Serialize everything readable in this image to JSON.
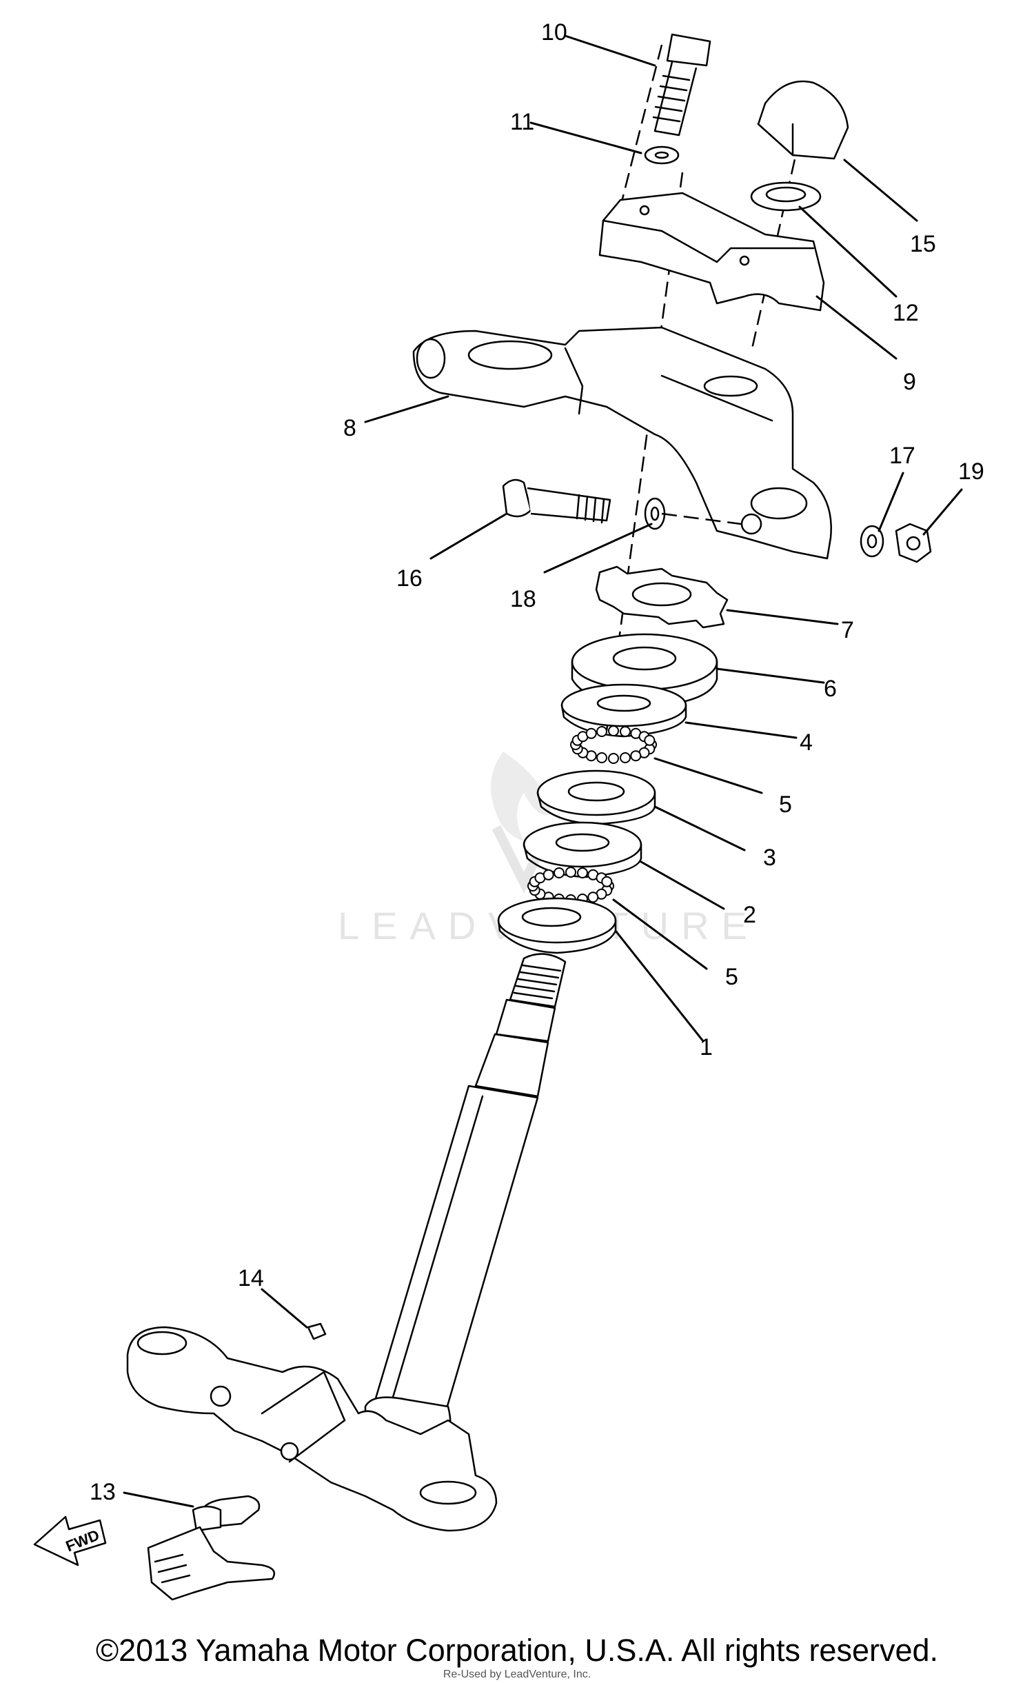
{
  "labels": {
    "p10": "10",
    "p11": "11",
    "p15": "15",
    "p12": "12",
    "p9": "9",
    "p8": "8",
    "p17": "17",
    "p19": "19",
    "p16": "16",
    "p18": "18",
    "p7": "7",
    "p6": "6",
    "p4": "4",
    "p5a": "5",
    "p3": "3",
    "p2": "2",
    "p5b": "5",
    "p1": "1",
    "p14": "14",
    "p13": "13"
  },
  "fwd_label": "FWD",
  "watermark": "LEADVENTURE",
  "copyright": "©2013 Yamaha Motor Corporation, U.S.A. All rights reserved.",
  "subline": "Re-Used by LeadVenture, Inc."
}
